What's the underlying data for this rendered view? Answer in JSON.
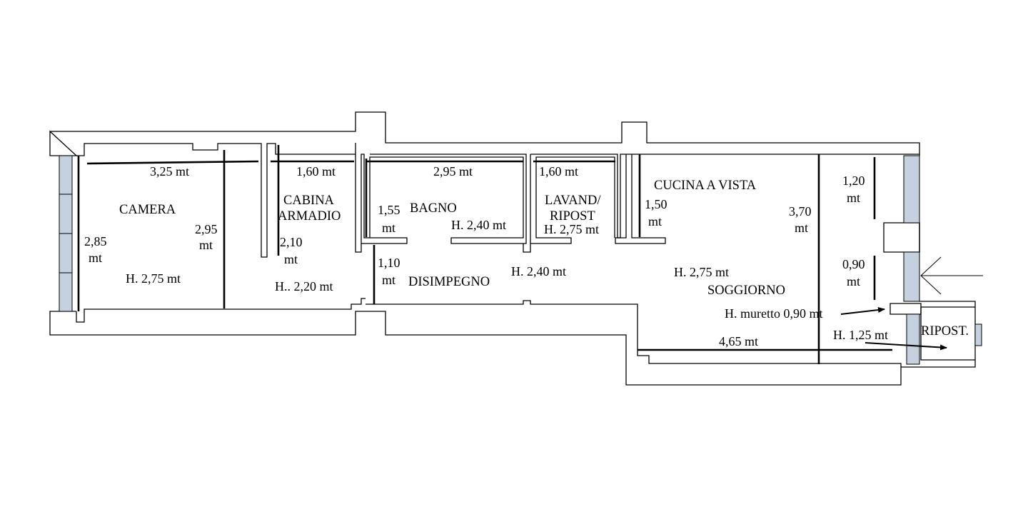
{
  "rooms": {
    "camera": "CAMERA",
    "cabina_line1": "CABINA",
    "cabina_line2": "ARMADIO",
    "bagno": "BAGNO",
    "lavand_line1": "LAVAND/",
    "lavand_line2": "RIPOST",
    "cucina": "CUCINA A VISTA",
    "disimpegno": "DISIMPEGNO",
    "soggiorno": "SOGGIORNO",
    "ripost": "RIPOST."
  },
  "dimensions": {
    "camera_width": "3,25 mt",
    "camera_depth_val": "2,85",
    "camera_depth_unit": "mt",
    "camera_inner_val": "2,95",
    "camera_inner_unit": "mt",
    "camera_height": "H. 2,75 mt",
    "cabina_width": "1,60 mt",
    "cabina_depth_val": "2,10",
    "cabina_depth_unit": "mt",
    "cabina_height": "H.. 2,20 mt",
    "bagno_width": "2,95 mt",
    "bagno_depth_val": "1,55",
    "bagno_depth_unit": "mt",
    "bagno_height": "H. 2,40 mt",
    "lavand_width": "1,60 mt",
    "lavand_height": "H. 2,75 mt",
    "disimpegno_depth_val": "1,10",
    "disimpegno_depth_unit": "mt",
    "disimpegno_height": "H. 2,40 mt",
    "cucina_depth_val": "1,50",
    "cucina_depth_unit": "mt",
    "soggiorno_depth_val": "3,70",
    "soggiorno_depth_unit": "mt",
    "soggiorno_height": "H. 2,75 mt",
    "soggiorno_width": "4,65 mt",
    "right_upper_val": "1,20",
    "right_upper_unit": "mt",
    "right_lower_val": "0,90",
    "right_lower_unit": "mt",
    "muretto_height": "H. muretto 0,90 mt",
    "ripost_height": "H. 1,25 mt"
  }
}
